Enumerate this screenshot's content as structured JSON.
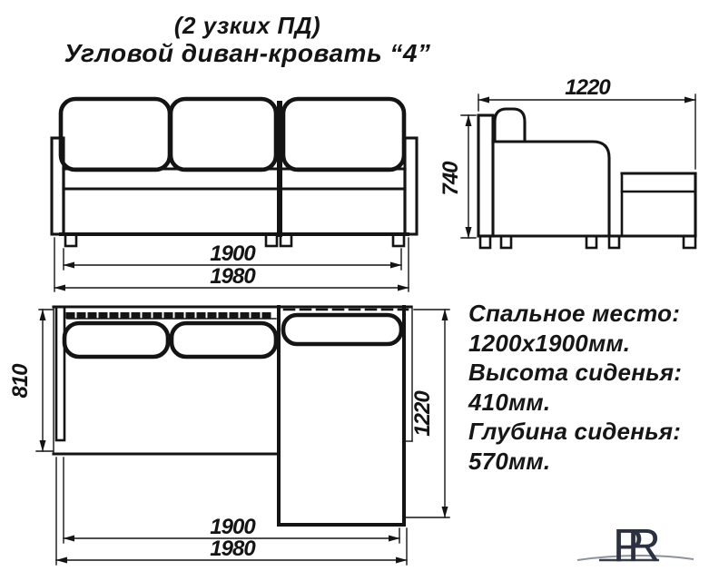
{
  "title": {
    "line1": "(2 узких ПД)",
    "line2": "Угловой диван-кровать “4”"
  },
  "front_view": {
    "dim_inner_width": "1900",
    "dim_overall_width": "1980"
  },
  "side_view": {
    "dim_depth": "1220",
    "dim_height": "740"
  },
  "plan_view": {
    "dim_body_depth": "810",
    "dim_corner_depth": "1220",
    "dim_inner_width": "1900",
    "dim_overall_width": "1980"
  },
  "specs": {
    "line1": "Спальное место:",
    "line2": "1200х1900мм.",
    "line3": "Высота сиденья:",
    "line4": "410мм.",
    "line5": "Глубина сиденья:",
    "line6": "570мм."
  },
  "logo": {
    "letter1": "P",
    "letter2": "R"
  },
  "colors": {
    "ink": "#141414",
    "logo_navy": "#2b3140",
    "swoosh_gray": "#8d939d"
  }
}
